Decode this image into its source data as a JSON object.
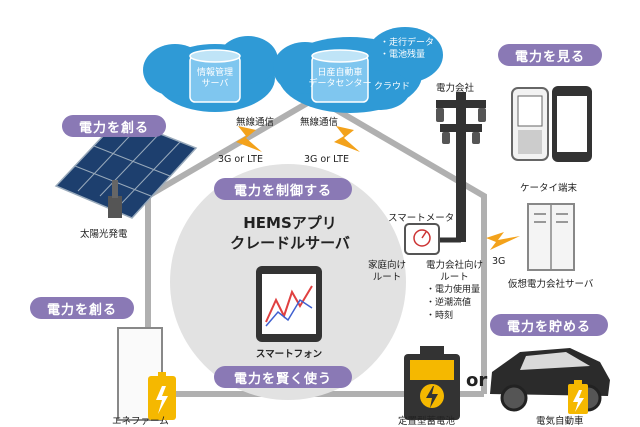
{
  "sections": {
    "create_top": "電力を創る",
    "create_bottom": "電力を創る",
    "see": "電力を見る",
    "control": "電力を制御する",
    "smart_use": "電力を賢く使う",
    "store": "電力を貯める"
  },
  "center": {
    "title_line1": "HEMSアプリ",
    "title_line2": "クレードルサーバ",
    "device_label": "スマートフォン"
  },
  "clouds": {
    "info_server_line1": "情報管理",
    "info_server_line2": "サーバ",
    "datacenter_line1": "日産自動車",
    "datacenter_line2": "データセンター",
    "cloud_label": "クラウド",
    "bullet_drive": "・走行データ",
    "bullet_battery": "・電池残量"
  },
  "links": {
    "wireless_left": "無線通信",
    "wireless_right": "無線通信",
    "net_left": "3G or LTE",
    "net_right": "3G or LTE",
    "net_virtual": "3G"
  },
  "nodes": {
    "solar": "太陽光発電",
    "power_company": "電力会社",
    "mobile": "ケータイ端末",
    "smart_meter": "スマートメータ",
    "home_route_line1": "家庭向け",
    "home_route_line2": "ルート",
    "company_route_line1": "電力会社向け",
    "company_route_line2": "ルート",
    "virtual_server": "仮想電力会社サーバ",
    "fuel_cell": "エネファーム",
    "home_battery": "定置型蓄電池",
    "ev": "電気自動車",
    "or": "or"
  },
  "meter_bullets": [
    "・電力使用量",
    "・逆潮流値",
    "・時刻"
  ],
  "colors": {
    "accent_purple": "#8a79b5",
    "cloud_blue": "#2f9ad6",
    "bolt_orange": "#f3a21b",
    "battery_yellow": "#f5b800",
    "house_line": "#b0b0b0"
  }
}
